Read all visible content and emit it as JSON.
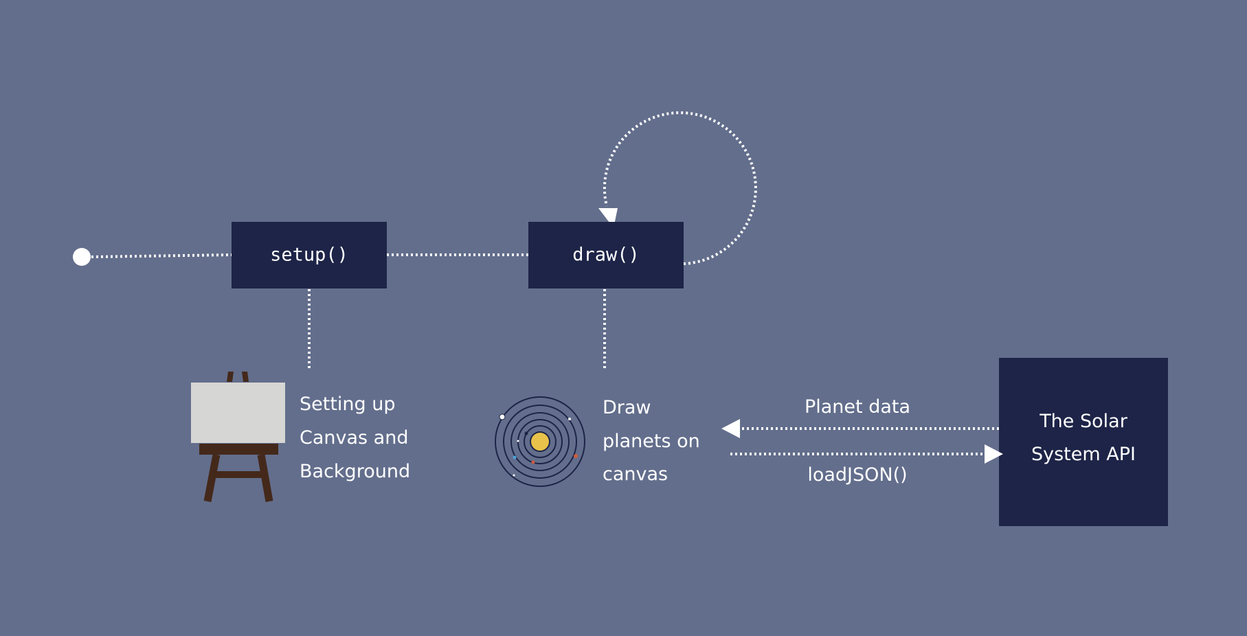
{
  "diagram": {
    "setup_label": "setup()",
    "draw_label": "draw()",
    "setup_caption": [
      "Setting up",
      "Canvas and",
      "Background"
    ],
    "draw_caption": [
      "Draw",
      "planets on",
      "canvas"
    ],
    "planet_data_label": "Planet data",
    "load_json_label": "loadJSON()",
    "api_label": [
      "The Solar",
      "System API"
    ]
  },
  "colors": {
    "background": "#636e8c",
    "box": "#1d2447",
    "connector": "#ffffff",
    "canvas": "#d6d6d4",
    "easel": "#44291b",
    "sun": "#e8c24a"
  }
}
